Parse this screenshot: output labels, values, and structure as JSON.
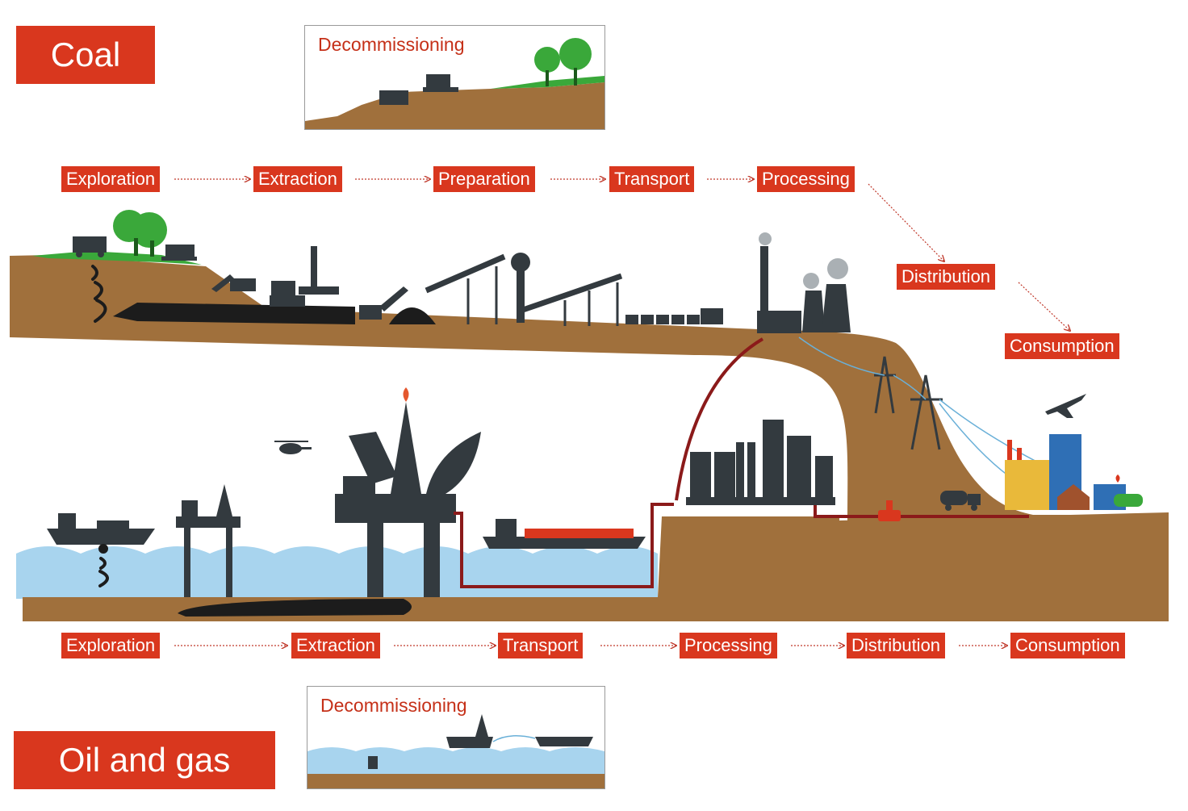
{
  "coal": {
    "title": "Coal",
    "decommissioning": "Decommissioning",
    "stages": [
      "Exploration",
      "Extraction",
      "Preparation",
      "Transport",
      "Processing",
      "Distribution",
      "Consumption"
    ]
  },
  "oil_gas": {
    "title": "Oil and gas",
    "decommissioning": "Decommissioning",
    "stages": [
      "Exploration",
      "Extraction",
      "Transport",
      "Processing",
      "Distribution",
      "Consumption"
    ]
  },
  "colors": {
    "label_red": "#d9371e",
    "ground": "#a0703c",
    "water": "#a8d4ee",
    "dark": "#333a3f",
    "grass": "#3aa83a"
  }
}
